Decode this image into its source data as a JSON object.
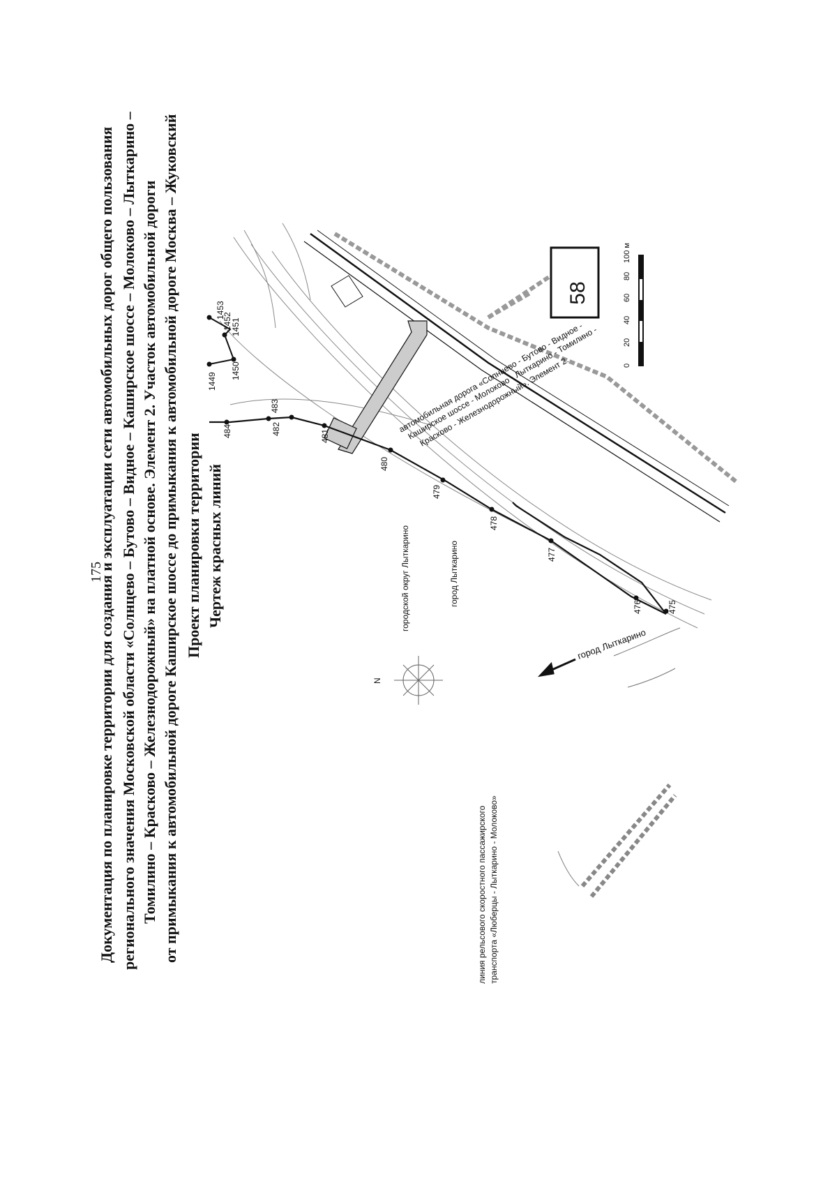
{
  "page_number": "175",
  "header": {
    "lines": [
      "Документация по планировке территории для создания и эксплуатации сети автомобильных дорог общего пользования",
      "регионального значения Московской области «Солнцево – Бутово – Видное – Каширское шоссе – Молоково – Лыткарино –",
      "Томилино – Красково – Железнодорожный» на платной основе. Элемент 2. Участок автомобильной дороги",
      "от примыкания к автомобильной дороге Каширское шоссе до примыкания к автомобильной дороге Москва – Жуковский"
    ]
  },
  "titles": {
    "project": "Проект планировки территории",
    "drawing": "Чертеж красных линий"
  },
  "map": {
    "sheet_number": "58",
    "scale_labels": [
      "0",
      "20",
      "40",
      "60",
      "80",
      "100 м"
    ],
    "north_label": "N",
    "labels": {
      "district": "городской округ Лыткарино",
      "city": "город Лыткарино",
      "direction": "город Лыткарино",
      "rail_line_1": "линия рельсового скоростного пассажирского",
      "rail_line_2": "транспорта «Люберцы - Лыткарино - Молоково»",
      "road_1": "автомобильная дорога «Солнцево - Бутово - Видное -",
      "road_2": "Каширское шоссе - Молоково - Лыткарино - Томилино -",
      "road_3": "Красково - Железнодорожный». Элемент 2."
    },
    "points": [
      "475",
      "476",
      "477",
      "478",
      "479",
      "480",
      "481",
      "482",
      "483",
      "484",
      "1449",
      "1450",
      "1451",
      "1452",
      "1453"
    ]
  },
  "colors": {
    "ink": "#111111",
    "gray": "#888888",
    "fill": "#cccccc"
  }
}
